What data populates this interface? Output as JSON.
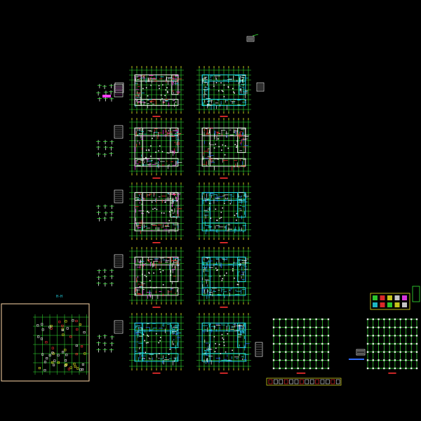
{
  "drawing": {
    "background": "#000000",
    "palette": {
      "grid_green": "#35e835",
      "axis_yellow": "#e6e620",
      "wall_white": "#e8e8e8",
      "rebar_cyan": "#22d6e6",
      "rebar_blue": "#2f6cff",
      "annot_red": "#ff3030",
      "annot_magenta": "#ff40ff",
      "border_tan": "#ffd9a8"
    },
    "sheet_columns": [
      {
        "id": "left-plans",
        "rows": 5,
        "style": [
          "red-accent",
          "red-accent",
          "red-accent",
          "red-accent",
          "cyan-heavy"
        ]
      },
      {
        "id": "right-plans",
        "rows": 5,
        "style": [
          "cyan-white",
          "red-beams",
          "cyan-heavy",
          "cyan-heavy",
          "cyan-heavy"
        ]
      }
    ],
    "extra_sheets": [
      "framed-foundation-plan",
      "grid-plan-a",
      "grid-plan-b",
      "legend-color-block",
      "column-schedule-strip"
    ]
  }
}
